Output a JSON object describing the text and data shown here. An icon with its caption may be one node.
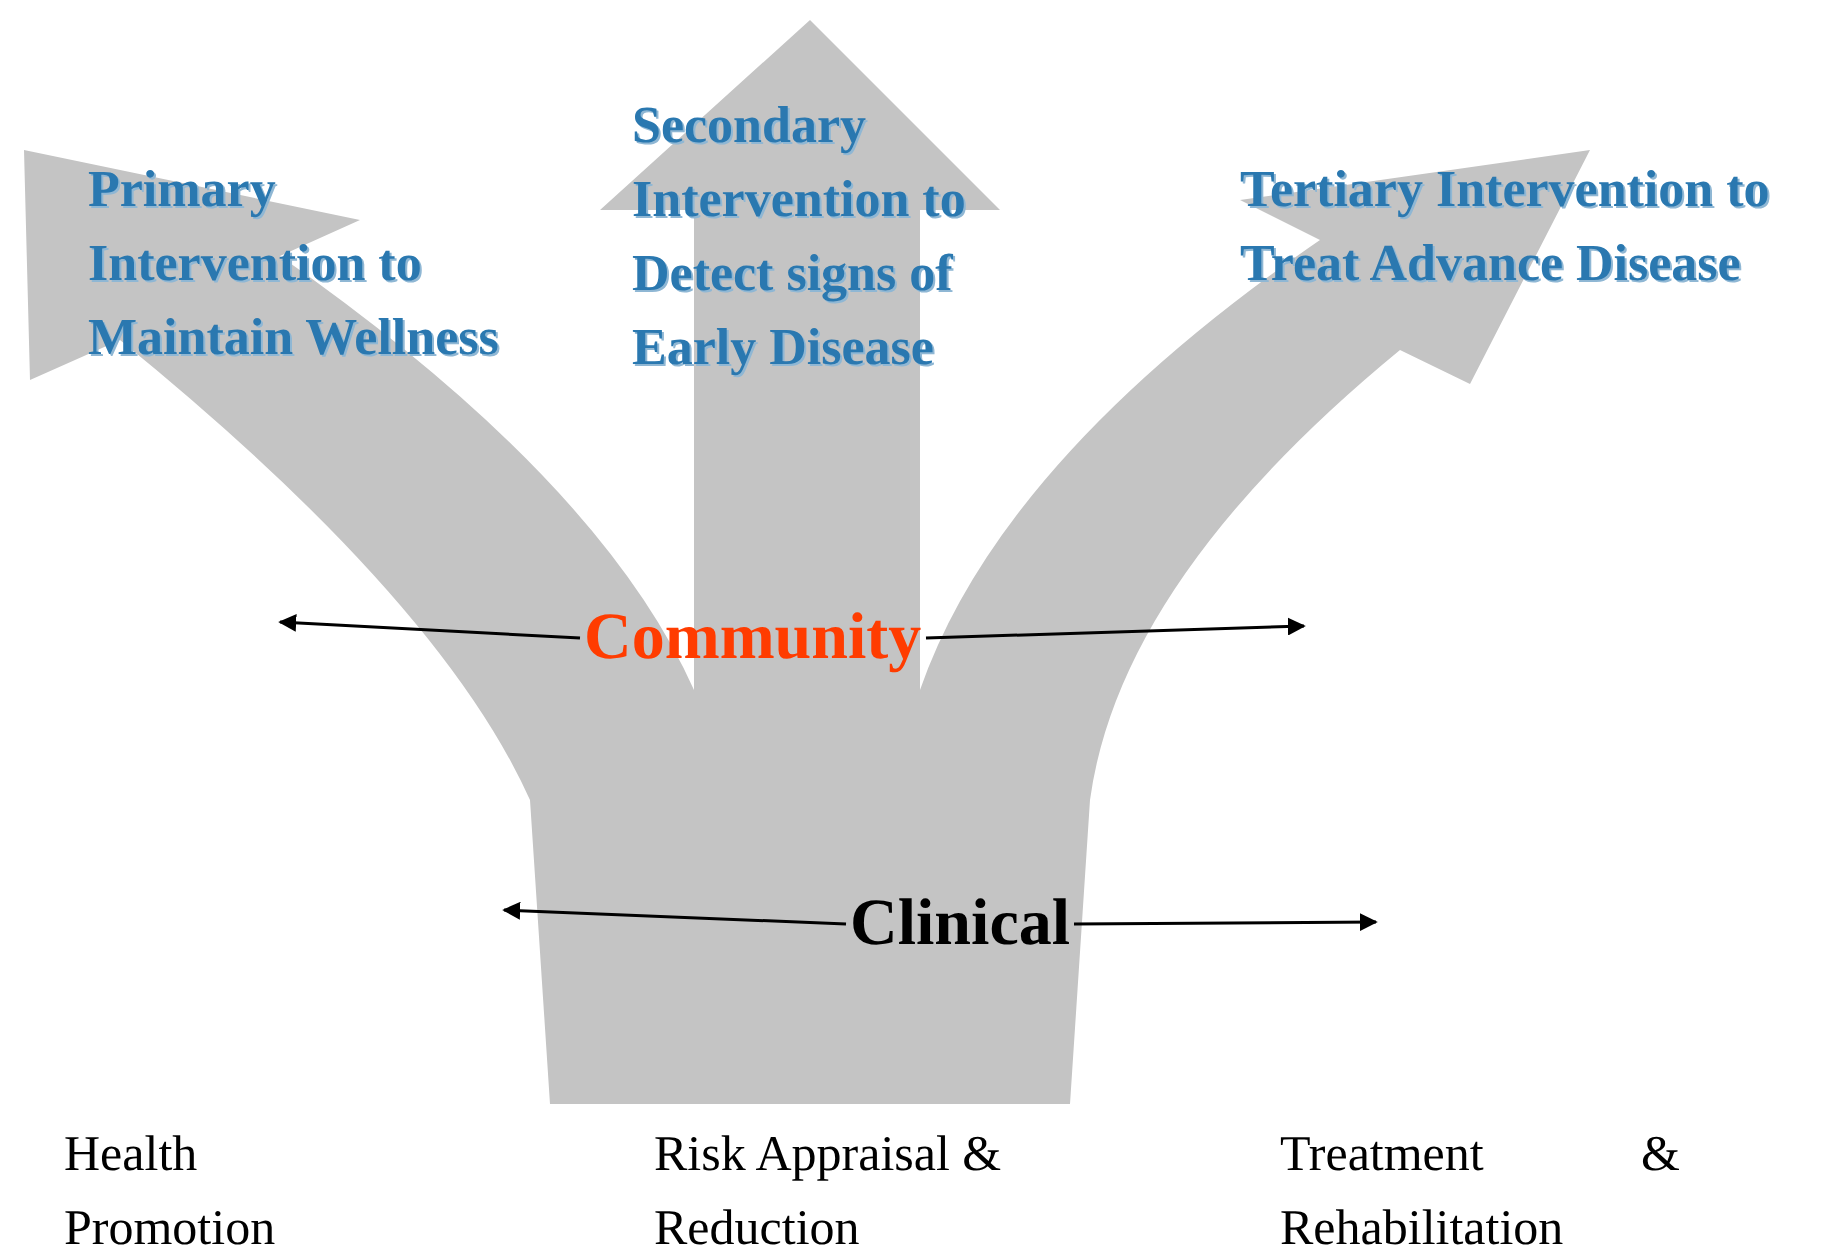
{
  "diagram": {
    "nodes": [
      {
        "text": [
          "Community"
        ]
      },
      {
        "text": [
          "Clinical"
        ]
      }
    ],
    "edges": [
      {
        "from": 0,
        "to": null,
        "arrow": "to"
      },
      {
        "from": 0,
        "to": null,
        "arrow": "to"
      },
      {
        "from": 1,
        "to": null,
        "arrow": "to"
      },
      {
        "from": 1,
        "to": null,
        "arrow": "to"
      }
    ],
    "labels": [
      "Primary Intervention to Maintain Wellness",
      "Secondary Intervention to Detect signs of Early Disease",
      "Tertiary Intervention to Treat Advance Disease",
      "Health Promotion",
      "Risk Appraisal & Reduction",
      "Treatment & Rehabilitation"
    ]
  }
}
